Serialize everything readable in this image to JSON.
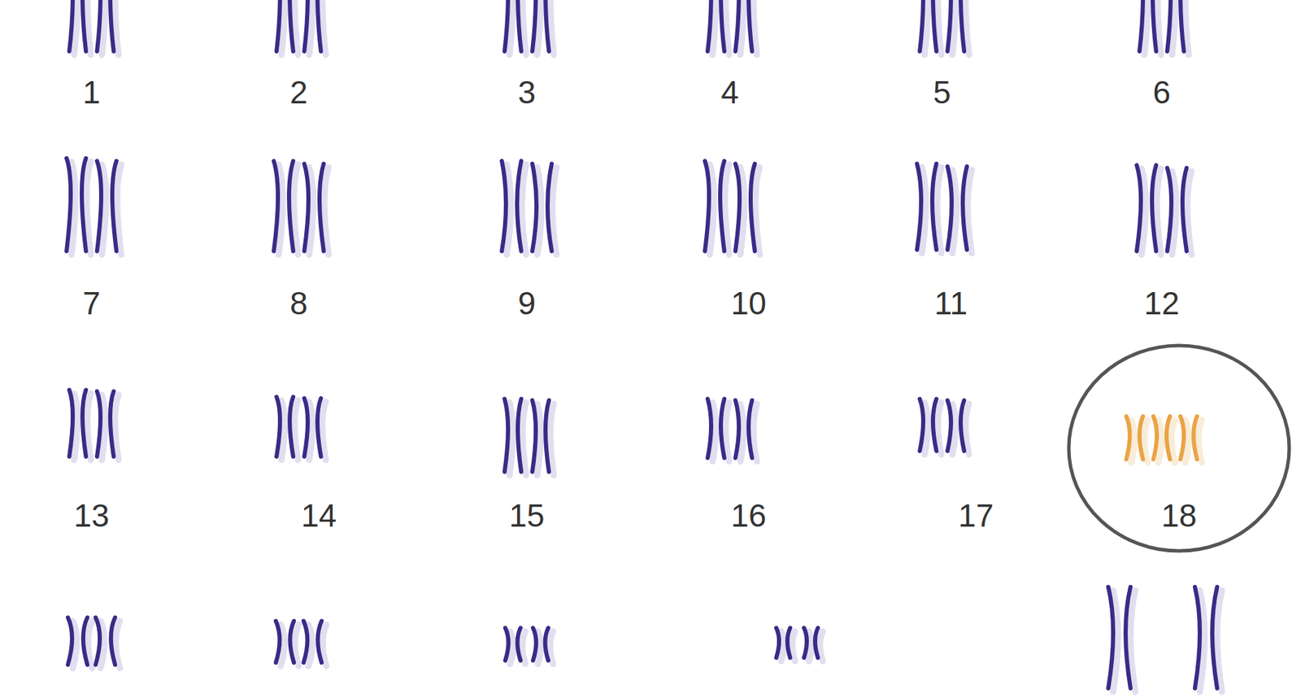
{
  "diagram": {
    "nodes": [
      {
        "text": [
          "18"
        ]
      }
    ],
    "labels": [
      "1",
      "2",
      "3",
      "4",
      "5",
      "6",
      "7",
      "8",
      "9",
      "10",
      "11",
      "12",
      "13",
      "14",
      "15",
      "16",
      "17"
    ]
  }
}
